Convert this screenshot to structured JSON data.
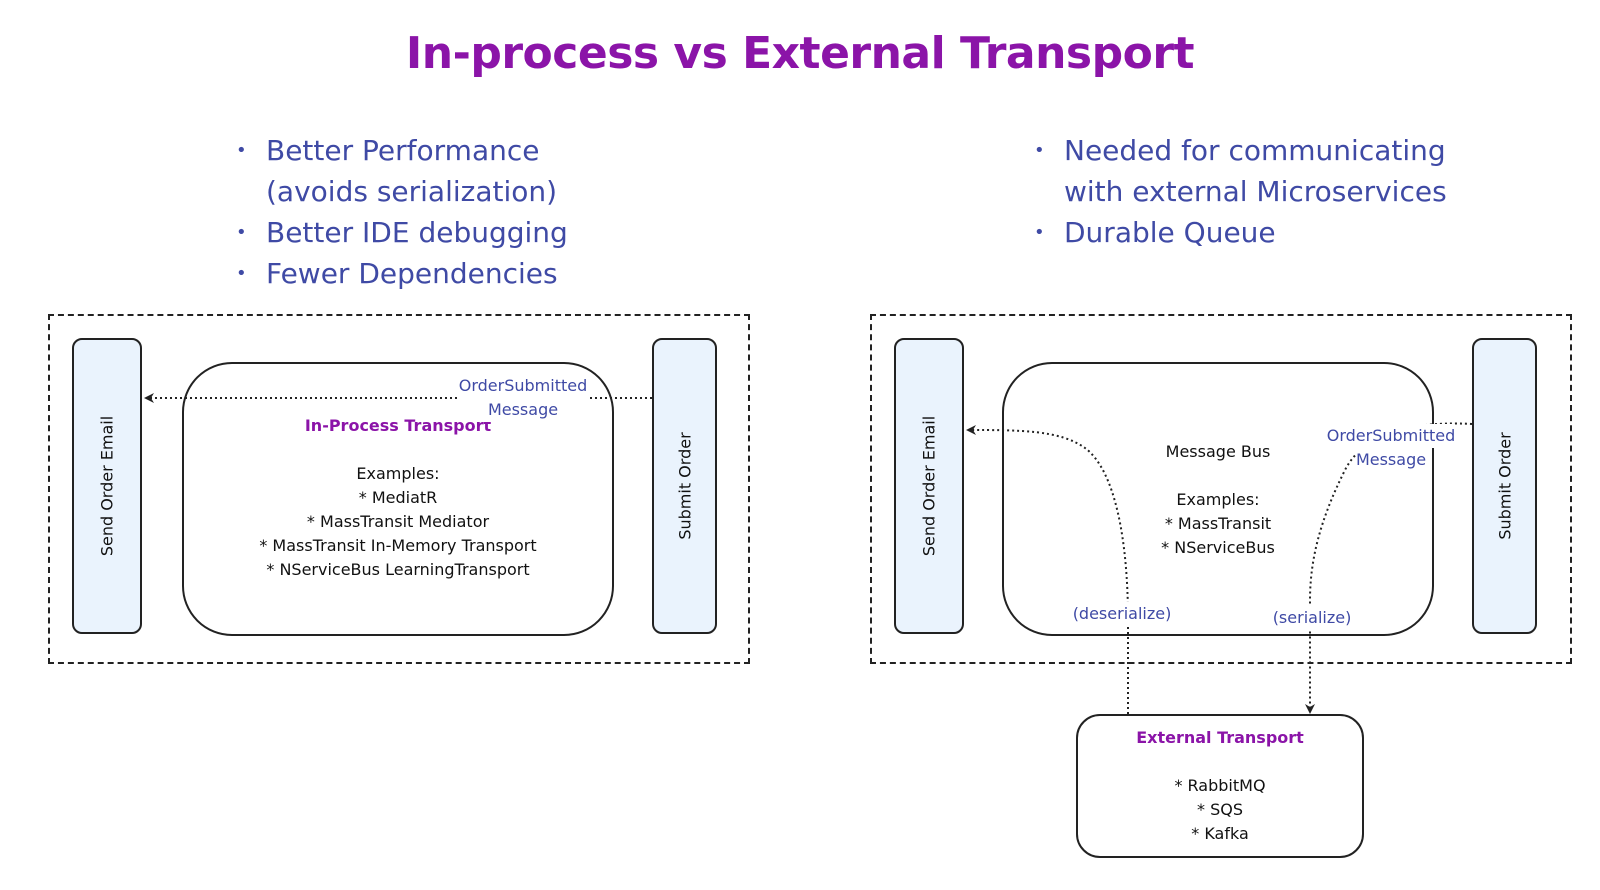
{
  "title": "In-process vs External Transport",
  "left": {
    "bullets": [
      "Better Performance",
      "(avoids serialization)",
      "Better IDE debugging",
      "Fewer Dependencies"
    ],
    "consumer": "Send Order Email",
    "producer": "Submit Order",
    "transport_title": "In-Process Transport",
    "examples_heading": "Examples:",
    "examples": [
      "* MediatR",
      "* MassTransit Mediator",
      "* MassTransit In-Memory Transport",
      "* NServiceBus LearningTransport"
    ],
    "message_label_line1": "OrderSubmitted",
    "message_label_line2": "Message"
  },
  "right": {
    "bullets": [
      "Needed for communicating",
      "with external Microservices",
      "Durable Queue"
    ],
    "consumer": "Send Order Email",
    "producer": "Submit Order",
    "bus_title": "Message Bus",
    "examples_heading": "Examples:",
    "examples": [
      "* MassTransit",
      "* NServiceBus"
    ],
    "message_label_line1": "OrderSubmitted",
    "message_label_line2": "Message",
    "deserialize_label": "(deserialize)",
    "serialize_label": "(serialize)",
    "external_title": "External Transport",
    "external_items": [
      "* RabbitMQ",
      "* SQS",
      "* Kafka"
    ]
  },
  "colors": {
    "title": "#8b14a8",
    "bullet_text": "#3f4aa5",
    "service_fill": "#eaf3fd"
  }
}
